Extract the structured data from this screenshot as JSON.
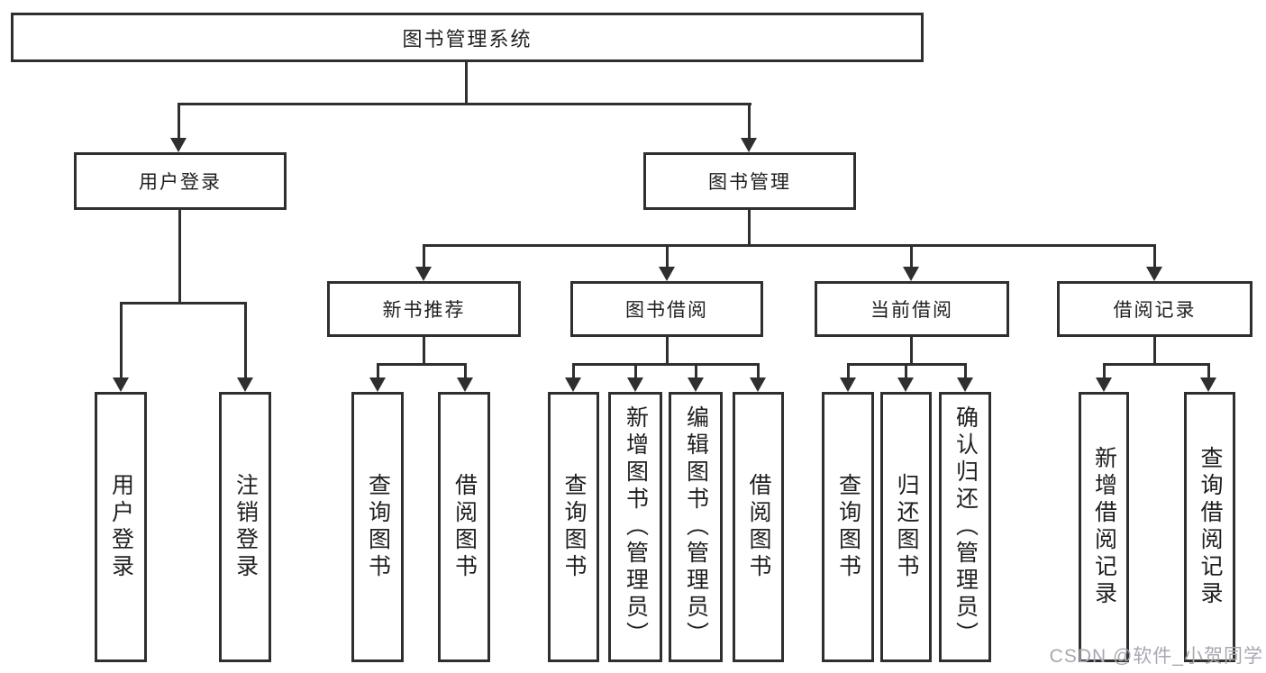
{
  "colors": {
    "line": "#2f2f2f",
    "text": "#1f1f1f",
    "watermark": "#a6a9b1",
    "background": "#ffffff"
  },
  "tree": {
    "root": "图书管理系统",
    "level2": [
      {
        "label": "用户登录",
        "leaves": [
          "用户登录",
          "注销登录"
        ]
      },
      {
        "label": "图书管理"
      }
    ],
    "level3": [
      {
        "label": "新书推荐",
        "leaves": [
          "查询图书",
          "借阅图书"
        ]
      },
      {
        "label": "图书借阅",
        "leaves": [
          "查询图书",
          "新增图书（管理员）",
          "编辑图书（管理员）",
          "借阅图书"
        ]
      },
      {
        "label": "当前借阅",
        "leaves": [
          "查询图书",
          "归还图书",
          "确认归还（管理员）"
        ]
      },
      {
        "label": "借阅记录",
        "leaves": [
          "新增借阅记录",
          "查询借阅记录"
        ]
      }
    ]
  },
  "watermark": "CSDN @软件_小贺同学"
}
